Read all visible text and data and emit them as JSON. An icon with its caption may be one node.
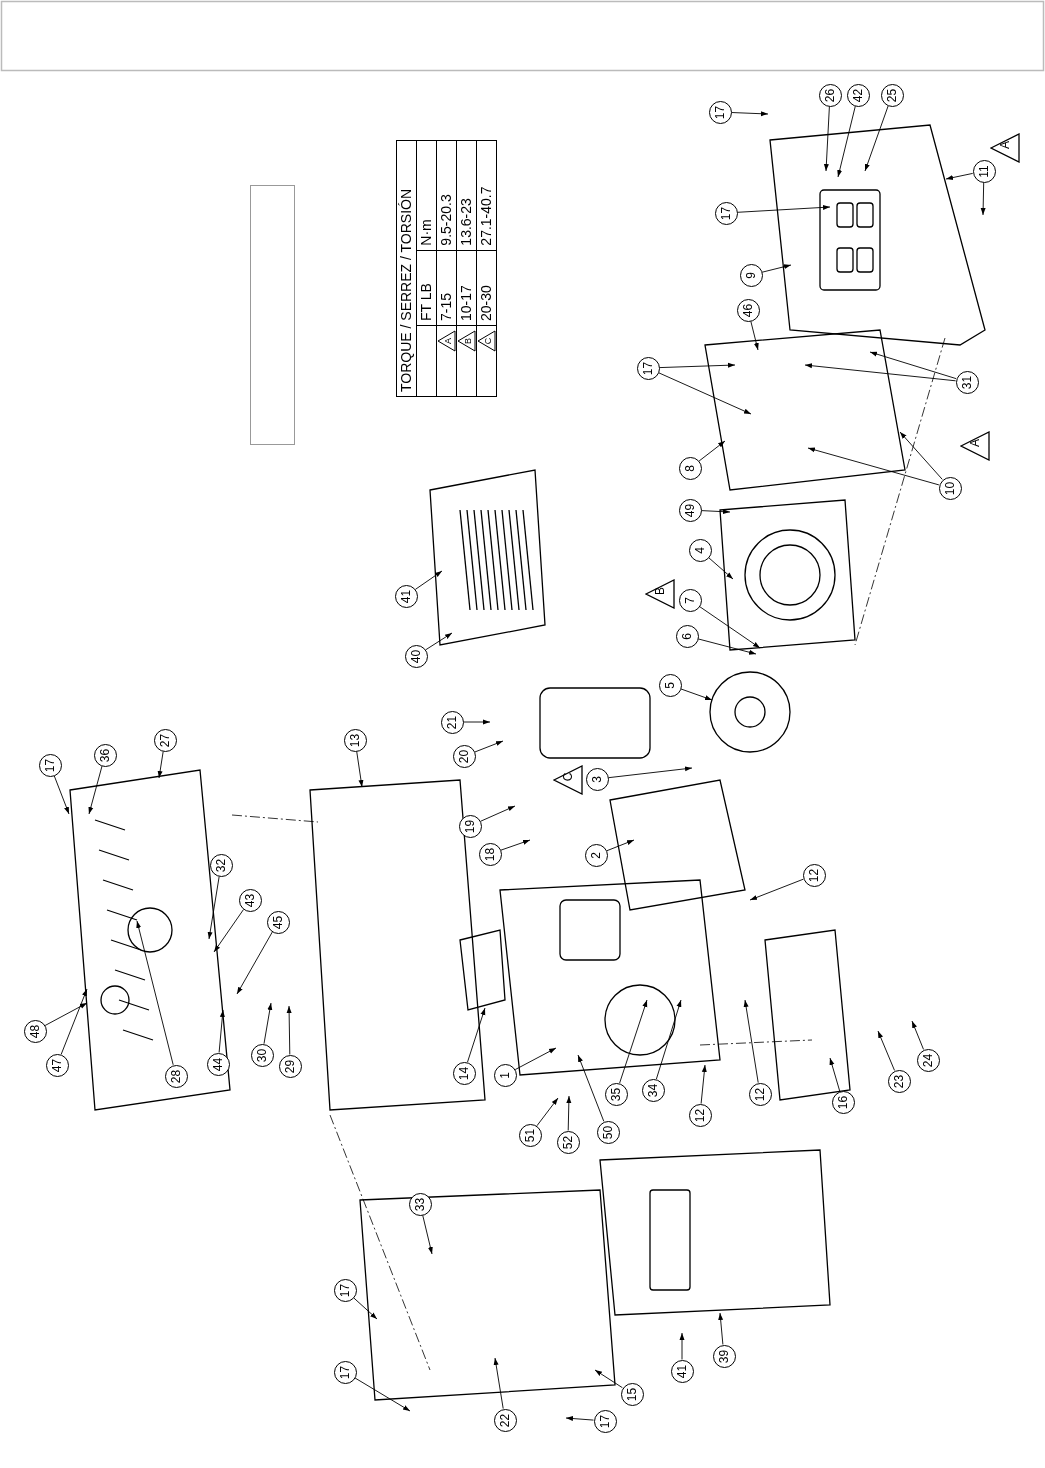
{
  "diagram": {
    "nodes": [
      {
        "text": [],
        "shape": "box"
      },
      {
        "text": [
          "17"
        ]
      },
      {
        "text": [
          "26"
        ]
      },
      {
        "text": [
          "42"
        ]
      },
      {
        "text": [
          "25"
        ]
      },
      {
        "text": [
          "17"
        ]
      },
      {
        "text": [
          "9"
        ]
      },
      {
        "text": [
          "11"
        ]
      },
      {
        "text": [
          "A"
        ]
      },
      {
        "text": [
          "17"
        ]
      },
      {
        "text": [
          "46"
        ]
      },
      {
        "text": [
          "31"
        ]
      },
      {
        "text": [
          "8"
        ]
      },
      {
        "text": [
          "49"
        ]
      },
      {
        "text": [
          "10"
        ]
      },
      {
        "text": [
          "A"
        ]
      },
      {
        "text": [
          "4"
        ]
      },
      {
        "text": [
          "B"
        ]
      },
      {
        "text": [
          "7"
        ]
      },
      {
        "text": [
          "6"
        ]
      },
      {
        "text": [
          "5"
        ]
      },
      {
        "text": [
          "41"
        ]
      },
      {
        "text": [
          "40"
        ]
      },
      {
        "text": [
          "21"
        ]
      },
      {
        "text": [
          "20"
        ]
      },
      {
        "text": [
          "19"
        ]
      },
      {
        "text": [
          "18"
        ]
      },
      {
        "text": [
          "C"
        ]
      },
      {
        "text": [
          "3"
        ]
      },
      {
        "text": [
          "2"
        ]
      },
      {
        "text": [
          "12"
        ]
      },
      {
        "text": [
          "17"
        ]
      },
      {
        "text": [
          "36"
        ]
      },
      {
        "text": [
          "27"
        ]
      },
      {
        "text": [
          "13"
        ]
      },
      {
        "text": [
          "32"
        ]
      },
      {
        "text": [
          "43"
        ]
      },
      {
        "text": [
          "45"
        ]
      },
      {
        "text": [
          "44"
        ]
      },
      {
        "text": [
          "30"
        ]
      },
      {
        "text": [
          "29"
        ]
      },
      {
        "text": [
          "48"
        ]
      },
      {
        "text": [
          "47"
        ]
      },
      {
        "text": [
          "28"
        ]
      },
      {
        "text": [
          "14"
        ]
      },
      {
        "text": [
          "1"
        ]
      },
      {
        "text": [
          "51"
        ]
      },
      {
        "text": [
          "52"
        ]
      },
      {
        "text": [
          "50"
        ]
      },
      {
        "text": [
          "35"
        ]
      },
      {
        "text": [
          "34"
        ]
      },
      {
        "text": [
          "12"
        ]
      },
      {
        "text": [
          "12"
        ]
      },
      {
        "text": [
          "16"
        ]
      },
      {
        "text": [
          "23"
        ]
      },
      {
        "text": [
          "24"
        ]
      },
      {
        "text": [
          "33"
        ]
      },
      {
        "text": [
          "17"
        ]
      },
      {
        "text": [
          "17"
        ]
      },
      {
        "text": [
          "22"
        ]
      },
      {
        "text": [
          "17"
        ]
      },
      {
        "text": [
          "15"
        ]
      },
      {
        "text": [
          "41"
        ]
      },
      {
        "text": [
          "39"
        ]
      }
    ],
    "edges": [
      {
        "from": 1,
        "to": null,
        "arrow": "to"
      },
      {
        "from": 2,
        "to": null,
        "arrow": "to"
      },
      {
        "from": 3,
        "to": null,
        "arrow": "to"
      },
      {
        "from": 4,
        "to": null,
        "arrow": "to"
      },
      {
        "from": 5,
        "to": null,
        "arrow": "to"
      },
      {
        "from": 6,
        "to": null,
        "arrow": "to"
      },
      {
        "from": 7,
        "to": null,
        "arrow": "to"
      },
      {
        "from": 7,
        "to": null,
        "arrow": "to"
      },
      {
        "from": 9,
        "to": null,
        "arrow": "to"
      },
      {
        "from": 9,
        "to": null,
        "arrow": "to"
      },
      {
        "from": 10,
        "to": null,
        "arrow": "to"
      },
      {
        "from": 11,
        "to": null,
        "arrow": "to"
      },
      {
        "from": 11,
        "to": null,
        "arrow": "to"
      },
      {
        "from": 12,
        "to": null,
        "arrow": "to"
      },
      {
        "from": 13,
        "to": null,
        "arrow": "to"
      },
      {
        "from": 14,
        "to": null,
        "arrow": "to"
      },
      {
        "from": 14,
        "to": null,
        "arrow": "to"
      },
      {
        "from": 16,
        "to": null,
        "arrow": "to"
      },
      {
        "from": 18,
        "to": null,
        "arrow": "to"
      },
      {
        "from": 19,
        "to": null,
        "arrow": "to"
      },
      {
        "from": 20,
        "to": null,
        "arrow": "to"
      },
      {
        "from": 21,
        "to": null,
        "arrow": "to"
      },
      {
        "from": 22,
        "to": null,
        "arrow": "to"
      },
      {
        "from": 23,
        "to": null,
        "arrow": "to"
      },
      {
        "from": 24,
        "to": null,
        "arrow": "to"
      },
      {
        "from": 25,
        "to": null,
        "arrow": "to"
      },
      {
        "from": 26,
        "to": null,
        "arrow": "to"
      },
      {
        "from": 28,
        "to": null,
        "arrow": "to"
      },
      {
        "from": 29,
        "to": null,
        "arrow": "to"
      },
      {
        "from": 30,
        "to": null,
        "arrow": "to"
      },
      {
        "from": 31,
        "to": null,
        "arrow": "to"
      },
      {
        "from": 32,
        "to": null,
        "arrow": "to"
      },
      {
        "from": 33,
        "to": null,
        "arrow": "to"
      },
      {
        "from": 34,
        "to": null,
        "arrow": "to"
      },
      {
        "from": 35,
        "to": null,
        "arrow": "to"
      },
      {
        "from": 36,
        "to": null,
        "arrow": "to"
      },
      {
        "from": 37,
        "to": null,
        "arrow": "to"
      },
      {
        "from": 38,
        "to": null,
        "arrow": "to"
      },
      {
        "from": 39,
        "to": null,
        "arrow": "to"
      },
      {
        "from": 40,
        "to": null,
        "arrow": "to"
      },
      {
        "from": 41,
        "to": null,
        "arrow": "to"
      },
      {
        "from": 42,
        "to": null,
        "arrow": "to"
      },
      {
        "from": 43,
        "to": null,
        "arrow": "to"
      },
      {
        "from": 44,
        "to": null,
        "arrow": "to"
      },
      {
        "from": 45,
        "to": null,
        "arrow": "to"
      },
      {
        "from": 46,
        "to": null,
        "arrow": "to"
      },
      {
        "from": 47,
        "to": null,
        "arrow": "to"
      },
      {
        "from": 48,
        "to": null,
        "arrow": "to"
      },
      {
        "from": 49,
        "to": null,
        "arrow": "to"
      },
      {
        "from": 50,
        "to": null,
        "arrow": "to"
      },
      {
        "from": 51,
        "to": null,
        "arrow": "to"
      },
      {
        "from": 52,
        "to": null,
        "arrow": "to"
      },
      {
        "from": 53,
        "to": null,
        "arrow": "to"
      },
      {
        "from": 54,
        "to": null,
        "arrow": "to"
      },
      {
        "from": 55,
        "to": null,
        "arrow": "to"
      },
      {
        "from": 56,
        "to": null,
        "arrow": "to"
      },
      {
        "from": 57,
        "to": null,
        "arrow": "to"
      },
      {
        "from": 58,
        "to": null,
        "arrow": "to"
      },
      {
        "from": 59,
        "to": null,
        "arrow": "to"
      },
      {
        "from": 60,
        "to": null,
        "arrow": "to"
      },
      {
        "from": 61,
        "to": null,
        "arrow": "to"
      },
      {
        "from": 62,
        "to": null,
        "arrow": "to"
      },
      {
        "from": 63,
        "to": null,
        "arrow": "to"
      }
    ],
    "labels": [
      "TORQUE / SERREZ / TORSIÓN",
      "FT LB",
      "N·m",
      "A",
      "7-15",
      "9.5-20.3",
      "B",
      "10-17",
      "13.6-23",
      "C",
      "20-30",
      "27.1-40.7"
    ]
  }
}
